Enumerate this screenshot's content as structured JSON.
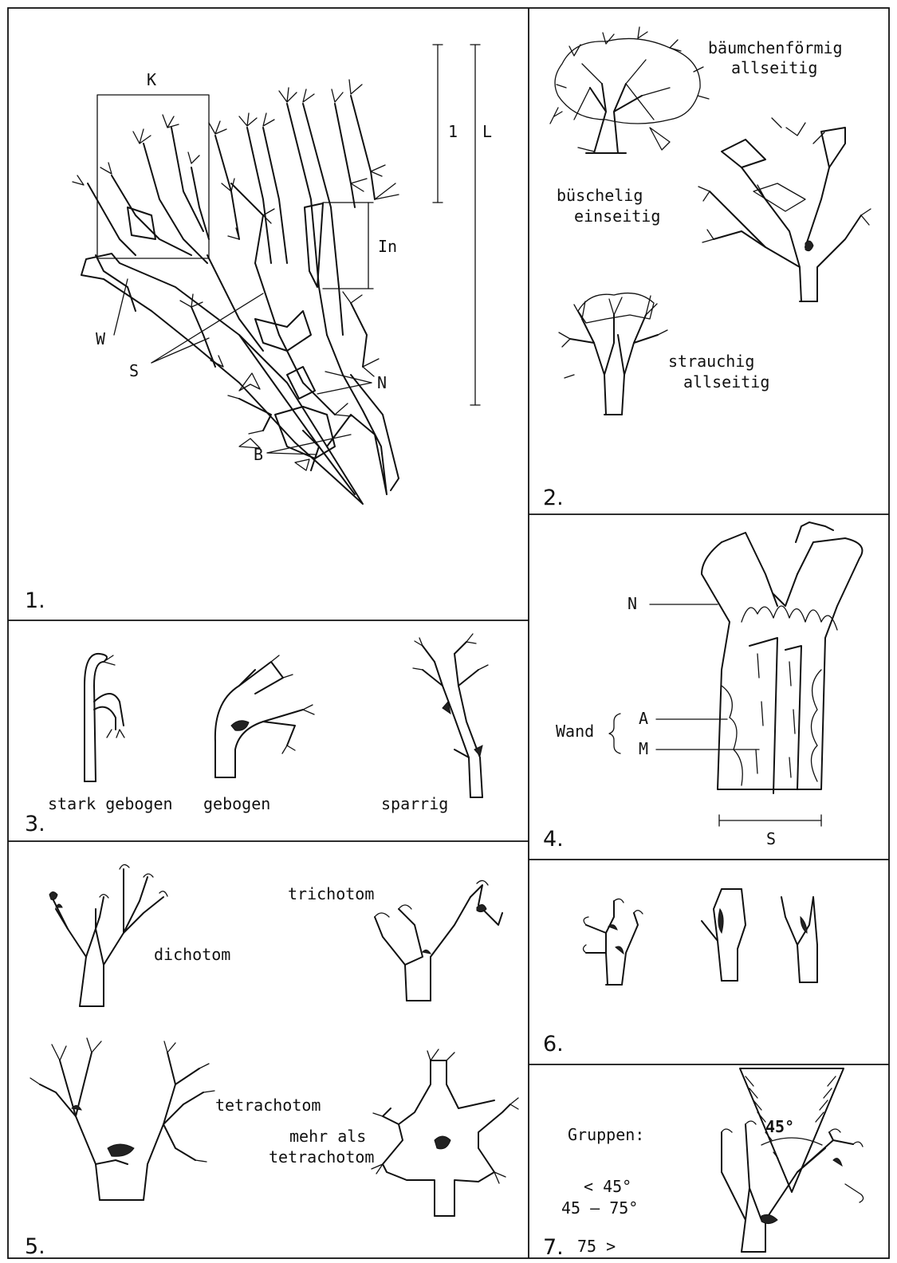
{
  "panels": {
    "p1": {
      "number": "1.",
      "labels": {
        "K": "K",
        "one": "1",
        "L": "L",
        "In": "In",
        "W": "W",
        "S": "S",
        "N": "N",
        "B": "B"
      }
    },
    "p2": {
      "number": "2.",
      "labels": {
        "baeumchen_1": "bäumchenförmig",
        "baeumchen_2": "allseitig",
        "bueschelig_1": "büschelig",
        "bueschelig_2": "einseitig",
        "strauchig_1": "strauchig",
        "strauchig_2": "allseitig"
      }
    },
    "p3": {
      "number": "3.",
      "labels": {
        "stark_gebogen": "stark gebogen",
        "gebogen": "gebogen",
        "sparrig": "sparrig"
      }
    },
    "p4": {
      "number": "4.",
      "labels": {
        "N": "N",
        "Wand": "Wand",
        "A": "A",
        "M": "M",
        "S": "S"
      }
    },
    "p5": {
      "number": "5.",
      "labels": {
        "trichotom": "trichotom",
        "dichotom": "dichotom",
        "tetrachotom": "tetrachotom",
        "mehr_1": "mehr als",
        "mehr_2": "tetrachotom"
      }
    },
    "p6": {
      "number": "6."
    },
    "p7": {
      "number": "7.",
      "labels": {
        "gruppen": "Gruppen:",
        "g1": "< 45°",
        "g2": "45 – 75°",
        "g3": "75 >",
        "angle": "45°"
      }
    }
  }
}
